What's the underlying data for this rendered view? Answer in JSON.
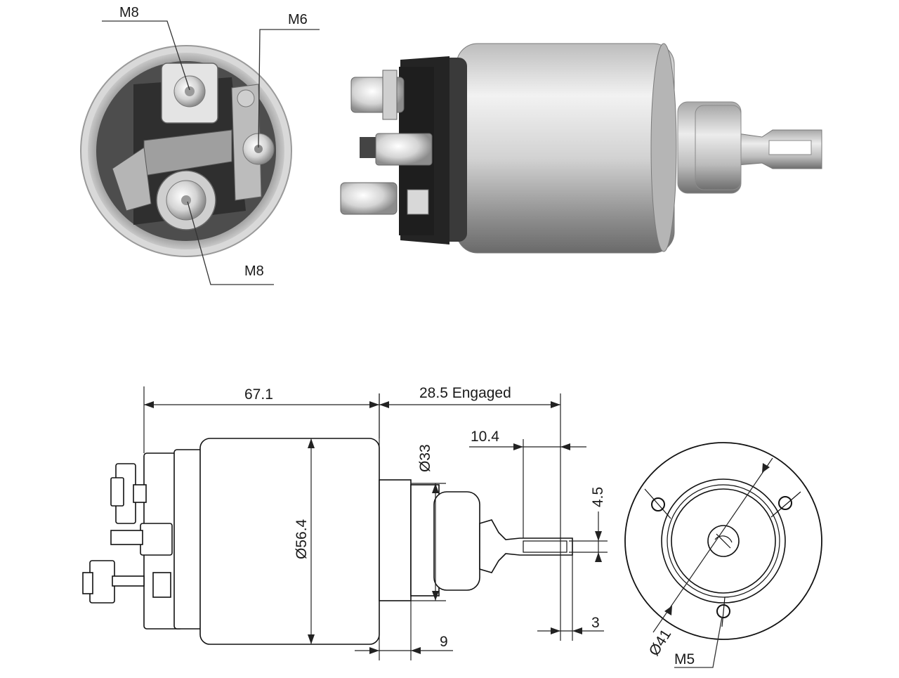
{
  "photo_callouts": {
    "top_left_stud": "M8",
    "top_right_stud": "M6",
    "bottom_stud": "M8"
  },
  "dimensions": {
    "body_length": "67.1",
    "engaged_travel": "28.5 Engaged",
    "plunger_diameter": "Ø33",
    "fork_length": "10.4",
    "fork_slot": "4.5",
    "body_diameter": "Ø56.4",
    "fork_thickness": "3",
    "flange_offset": "9",
    "bolt_circle": "Ø41",
    "mount_thread": "M5"
  },
  "colors": {
    "background": "#ffffff",
    "steel_light": "#e6e6e6",
    "steel_dark": "#7a7a7a",
    "bakelite": "#2b2b2b"
  }
}
